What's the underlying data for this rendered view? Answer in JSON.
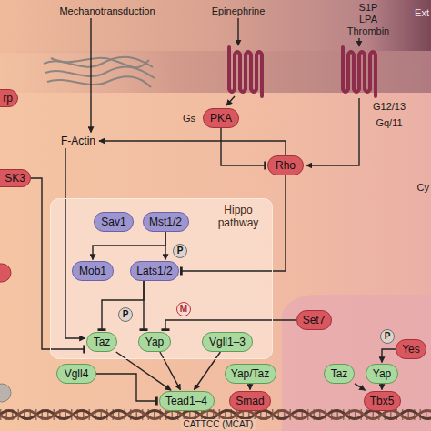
{
  "diagram": {
    "nodes": [
      {
        "text": [
          "rp"
        ]
      },
      {
        "text": [
          "Mechanotransduction"
        ]
      },
      {
        "text": [
          "PKA"
        ]
      },
      {
        "text": [
          "F-Actin"
        ]
      },
      {
        "text": [
          "SK3"
        ]
      },
      {
        "text": [
          "Rho"
        ]
      },
      {
        "text": [
          "Hippo pathway"
        ]
      },
      {
        "text": [
          "Sav1"
        ],
        "in": 6
      },
      {
        "text": [
          "Mst1/2"
        ],
        "in": 6
      },
      {
        "text": [
          "P"
        ],
        "in": 6
      },
      {
        "text": [
          "Mob1"
        ],
        "in": 6
      },
      {
        "text": [
          "Lats1/2"
        ],
        "in": 6
      },
      {
        "text": [
          "P"
        ],
        "in": 6
      },
      {
        "text": [
          "M"
        ],
        "in": 6
      },
      {
        "text": [
          "Taz"
        ],
        "in": 6
      },
      {
        "text": [
          "Yap"
        ],
        "in": 6
      },
      {
        "text": [
          "Vgll1–3"
        ],
        "in": 6
      },
      {
        "text": [
          "Vgll4"
        ]
      },
      {
        "text": [
          "Set7"
        ]
      },
      {
        "text": [
          "P"
        ]
      },
      {
        "text": [
          "Yes"
        ]
      },
      {
        "text": [
          "Yap/Taz"
        ]
      },
      {
        "text": [
          "Taz"
        ]
      },
      {
        "text": [
          "Yap"
        ]
      },
      {
        "text": [
          "Tead1–4"
        ]
      },
      {
        "text": [
          "Smad"
        ]
      },
      {
        "text": [
          "Tbx5"
        ]
      }
    ],
    "edges": [
      {
        "from": 1,
        "to": 3,
        "arrow": "to"
      },
      {
        "from": 5,
        "to": 3,
        "arrow": "to"
      },
      {
        "from": 2,
        "to": 5,
        "arrow": "to"
      },
      {
        "from": 5,
        "to": 11,
        "arrow": "to"
      },
      {
        "from": 8,
        "to": 10,
        "arrow": "to"
      },
      {
        "from": 8,
        "to": 11,
        "arrow": "to"
      },
      {
        "from": 11,
        "to": 14,
        "arrow": "to"
      },
      {
        "from": 11,
        "to": 15,
        "arrow": "to"
      },
      {
        "from": 18,
        "to": 15,
        "arrow": "to"
      },
      {
        "from": 3,
        "to": 14,
        "arrow": "to"
      },
      {
        "from": 4,
        "to": 14,
        "arrow": "to"
      },
      {
        "from": 14,
        "to": 24,
        "arrow": "to"
      },
      {
        "from": 15,
        "to": 24,
        "arrow": "to"
      },
      {
        "from": 16,
        "to": 24,
        "arrow": "to"
      },
      {
        "from": 17,
        "to": 24,
        "arrow": "to"
      },
      {
        "from": 20,
        "to": 23,
        "arrow": "to"
      },
      {
        "from": 21,
        "to": 25,
        "arrow": "to"
      },
      {
        "from": 22,
        "to": 26,
        "arrow": "to"
      },
      {
        "from": 23,
        "to": 26,
        "arrow": "to"
      }
    ],
    "labels": [
      "Ext",
      "Epinephrine",
      "S1P",
      "LPA",
      "Thrombin",
      "Gs",
      "G12/13",
      "Gq/11",
      "Cy",
      "CATTCC (MCAT)"
    ]
  }
}
